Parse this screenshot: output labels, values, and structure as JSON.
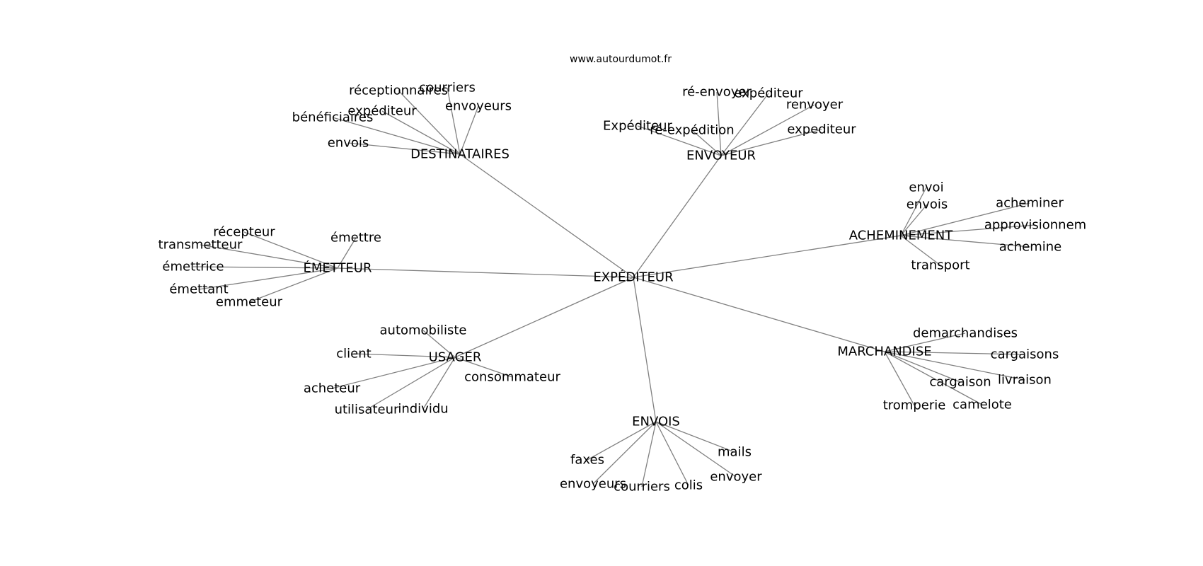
{
  "source": "www.autourdumot.fr",
  "colors": {
    "edge": "#808080",
    "text": "#000000",
    "background": "#ffffff"
  },
  "center": {
    "id": "center",
    "label": "EXPÉDITEUR"
  },
  "groups": [
    {
      "id": "destinataires",
      "label": "DESTINATAIRES",
      "leaves": [
        "réceptionnaires",
        "courriers",
        "expéditeur",
        "envoyeurs",
        "bénéficiaires",
        "envois"
      ]
    },
    {
      "id": "envoyeur",
      "label": "ENVOYEUR",
      "leaves": [
        "ré-envoyer",
        "expéditeur",
        "renvoyer",
        "Expéditeur",
        "ré-expédition",
        "expediteur"
      ]
    },
    {
      "id": "acheminement",
      "label": "ACHEMINEMENT",
      "leaves": [
        "envoi",
        "envois",
        "acheminer",
        "approvisionnem",
        "achemine",
        "transport"
      ]
    },
    {
      "id": "emetteur",
      "label": "ÉMETTEUR",
      "leaves": [
        "récepteur",
        "émettre",
        "transmetteur",
        "émettrice",
        "émettant",
        "emmeteur"
      ]
    },
    {
      "id": "usager",
      "label": "USAGER",
      "leaves": [
        "automobiliste",
        "client",
        "consommateur",
        "acheteur",
        "utilisateur",
        "individu"
      ]
    },
    {
      "id": "marchandise",
      "label": "MARCHANDISE",
      "leaves": [
        "demarchandises",
        "cargaisons",
        "cargaison",
        "livraison",
        "tromperie",
        "camelote"
      ]
    },
    {
      "id": "envois",
      "label": "ENVOIS",
      "leaves": [
        "mails",
        "faxes",
        "envoyer",
        "envoyeurs",
        "courriers",
        "colis"
      ]
    }
  ]
}
